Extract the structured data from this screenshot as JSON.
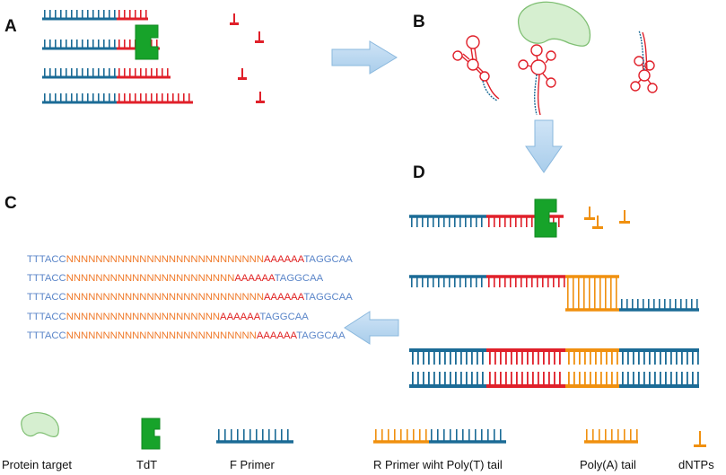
{
  "colors": {
    "blue": "#1b6b96",
    "red": "#e0202a",
    "orange": "#f0900f",
    "green": "#17a32a",
    "protein_fill": "#d6efd0",
    "protein_stroke": "#7fbf73",
    "seq_blue": "#5b86c9",
    "seq_orange": "#f07a2a",
    "seq_red": "#e02222",
    "arrow_fill": "#b7d6f0",
    "arrow_stroke": "#8ab8de"
  },
  "panels": {
    "a": "A",
    "b": "B",
    "c": "C",
    "d": "D"
  },
  "sequences": [
    {
      "prefix": "TTTACC",
      "random": "NNNNNNNNNNNNNNNNNNNNNNNNNNN",
      "polya": "AAAAAA",
      "suffix": "TAGGCAA"
    },
    {
      "prefix": "TTTACC",
      "random": "NNNNNNNNNNNNNNNNNNNNNNN",
      "polya": "AAAAAA",
      "suffix": "TAGGCAA"
    },
    {
      "prefix": "TTTACC",
      "random": "NNNNNNNNNNNNNNNNNNNNNNNNNNN",
      "polya": "AAAAAA",
      "suffix": "TAGGCAA"
    },
    {
      "prefix": "TTTACC",
      "random": "NNNNNNNNNNNNNNNNNNNNN",
      "polya": "AAAAAA",
      "suffix": "TAGGCAA"
    },
    {
      "prefix": "TTTACC",
      "random": "NNNNNNNNNNNNNNNNNNNNNNNNNN",
      "polya": "AAAAAA",
      "suffix": "TAGGCAA"
    }
  ],
  "legend": {
    "protein_target": "Protein target",
    "tdt": "TdT",
    "f_primer": "F Primer",
    "r_primer": "R Primer wiht Poly(T) tail",
    "poly_a": "Poly(A) tail",
    "dntps": "dNTPs"
  }
}
